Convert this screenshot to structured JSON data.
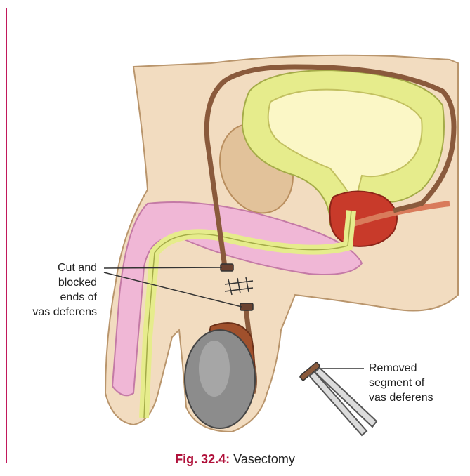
{
  "labels": {
    "cut_ends": [
      "Cut and",
      "blocked",
      "ends of",
      "vas deferens"
    ],
    "removed_segment": [
      "Removed",
      "segment of",
      "vas deferens"
    ]
  },
  "caption": {
    "prefix": "Fig. 32.4:",
    "title": "Vasectomy"
  },
  "colors": {
    "accent": "#c2185b",
    "caption_prefix": "#b0103a",
    "skin": "#f2dcc0",
    "bladder": "#e6ec8c",
    "vas": "#8a5a3c",
    "pink_tissue": "#f0b7d6",
    "prostate": "#c83a2a",
    "testis": "#8c8c8c"
  }
}
